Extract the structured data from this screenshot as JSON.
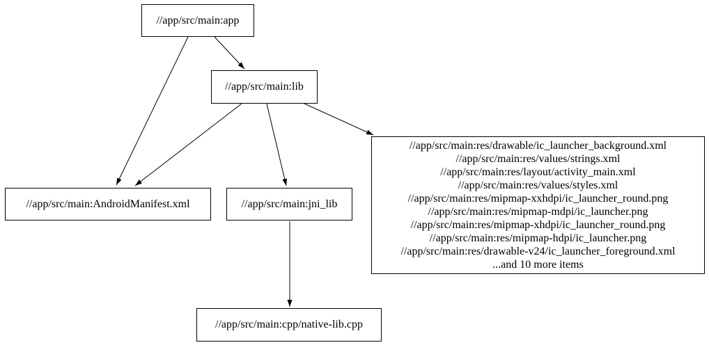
{
  "diagram": {
    "type": "dependency-graph",
    "nodes": {
      "app": {
        "label": "//app/src/main:app"
      },
      "lib": {
        "label": "//app/src/main:lib"
      },
      "android_manifest": {
        "label": "//app/src/main:AndroidManifest.xml"
      },
      "jni_lib": {
        "label": "//app/src/main:jni_lib"
      },
      "native_lib": {
        "label": "//app/src/main:cpp/native-lib.cpp"
      },
      "resources": {
        "lines": [
          "//app/src/main:res/drawable/ic_launcher_background.xml",
          "//app/src/main:res/values/strings.xml",
          "//app/src/main:res/layout/activity_main.xml",
          "//app/src/main:res/values/styles.xml",
          "//app/src/main:res/mipmap-xxhdpi/ic_launcher_round.png",
          "//app/src/main:res/mipmap-mdpi/ic_launcher.png",
          "//app/src/main:res/mipmap-xhdpi/ic_launcher_round.png",
          "//app/src/main:res/mipmap-hdpi/ic_launcher.png",
          "//app/src/main:res/drawable-v24/ic_launcher_foreground.xml",
          "...and 10 more items"
        ]
      }
    },
    "edges": [
      {
        "from": "app",
        "to": "lib"
      },
      {
        "from": "app",
        "to": "android_manifest"
      },
      {
        "from": "lib",
        "to": "android_manifest"
      },
      {
        "from": "lib",
        "to": "jni_lib"
      },
      {
        "from": "lib",
        "to": "resources"
      },
      {
        "from": "jni_lib",
        "to": "native_lib"
      }
    ],
    "colors": {
      "background": "#ffffff",
      "node_border": "#000000",
      "text": "#000000",
      "edge": "#000000"
    }
  }
}
